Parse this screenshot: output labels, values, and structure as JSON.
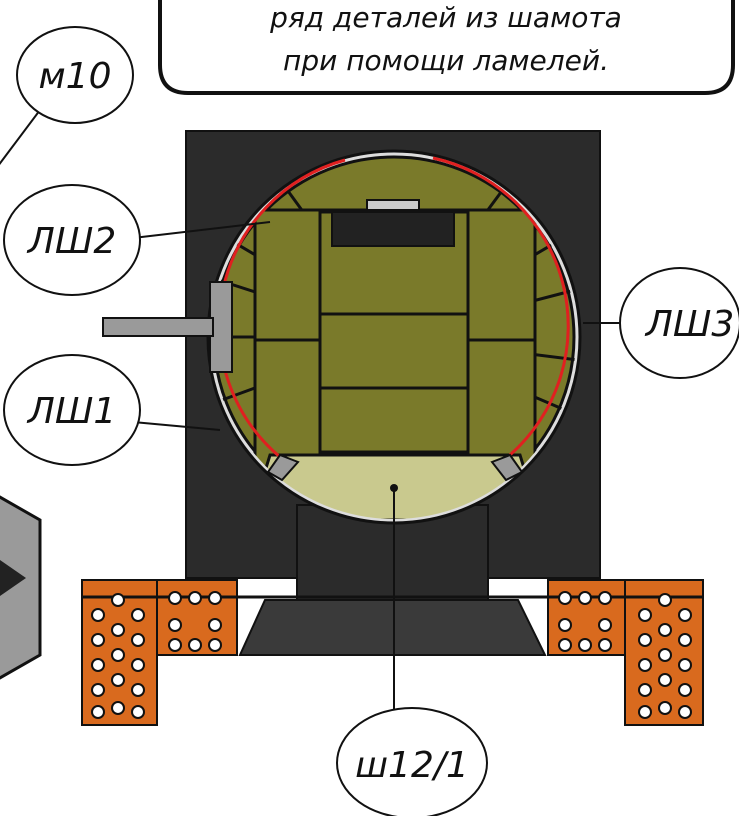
{
  "note": {
    "line1": "ряд деталей из шамота",
    "line2": "при помощи ламелей."
  },
  "labels": {
    "m10": "м10",
    "lsh2": "ЛШ2",
    "lsh3": "ЛШ3",
    "lsh1": "ЛШ1",
    "sh12_1": "ш12/1"
  },
  "colors": {
    "body": "#2b2b2b",
    "fireclay": "#7a7a2a",
    "fireclay_light": "#c9c98e",
    "lamella": "#e02020",
    "brick": "#d96a1e",
    "steel": "#9a9a9a"
  }
}
